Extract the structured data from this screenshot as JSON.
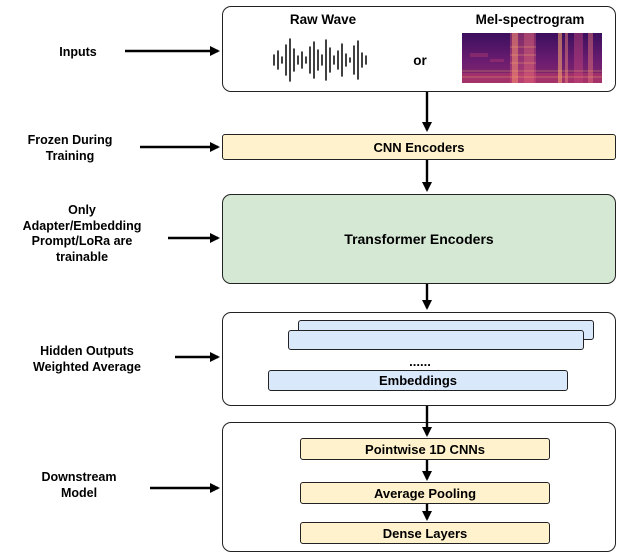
{
  "inputs": {
    "raw_wave_title": "Raw Wave",
    "mel_title": "Mel-spectrogram",
    "or_text": "or"
  },
  "stages": {
    "cnn": "CNN Encoders",
    "transformer": "Transformer Encoders",
    "ellipsis": "......",
    "embeddings": "Embeddings",
    "pointwise": "Pointwise 1D CNNs",
    "pooling": "Average Pooling",
    "dense": "Dense Layers"
  },
  "side_labels": {
    "inputs": [
      "Inputs"
    ],
    "frozen": [
      "Frozen During",
      "Training"
    ],
    "trainable": [
      "Only",
      "Adapter/Embedding",
      "Prompt/LoRa are",
      "trainable"
    ],
    "hidden": [
      "Hidden Outputs",
      "Weighted Average"
    ],
    "downstream": [
      "Downstream",
      "Model"
    ]
  },
  "colors": {
    "frozen_fill": "#fff2cc",
    "transformer_fill": "#d5e8d4",
    "embedding_fill": "#dae8fc",
    "spectrogram_base": "#5a1a6e"
  }
}
